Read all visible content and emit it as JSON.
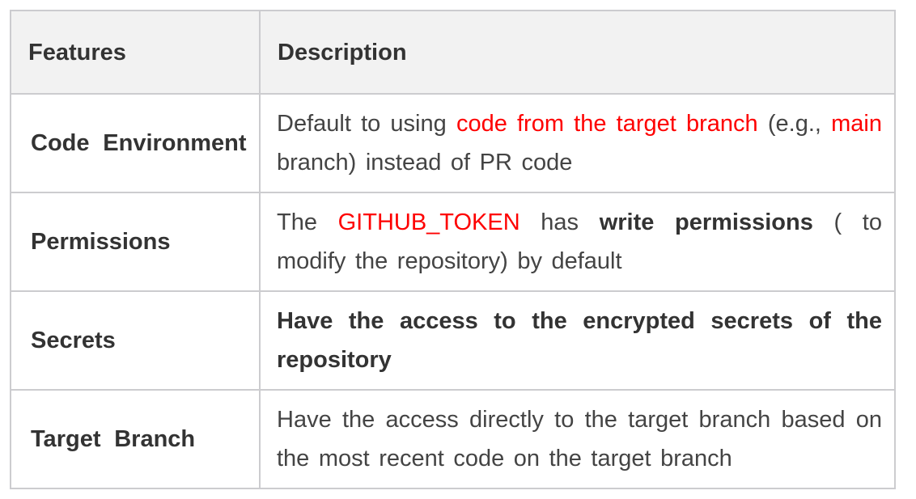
{
  "table": {
    "columns": [
      "Features",
      "Description"
    ],
    "rows": [
      {
        "feature": "Code Environment",
        "description": [
          {
            "text": "Default to using ",
            "style": "normal"
          },
          {
            "text": "code from the target branch",
            "style": "red"
          },
          {
            "text": " (e.g., ",
            "style": "normal"
          },
          {
            "text": "main",
            "style": "red"
          },
          {
            "text": " branch) instead of PR code",
            "style": "normal"
          }
        ]
      },
      {
        "feature": "Permissions",
        "description": [
          {
            "text": "The ",
            "style": "normal"
          },
          {
            "text": "GITHUB_TOKEN",
            "style": "red"
          },
          {
            "text": " has ",
            "style": "normal"
          },
          {
            "text": "write permissions",
            "style": "bold"
          },
          {
            "text": " ( to modify the repository) by default",
            "style": "normal"
          }
        ]
      },
      {
        "feature": "Secrets",
        "description": [
          {
            "text": "Have the access to the encrypted secrets of the repository",
            "style": "bold"
          }
        ]
      },
      {
        "feature": "Target Branch",
        "description": [
          {
            "text": "Have the access directly to the target branch based on the most recent code on the target branch",
            "style": "normal"
          }
        ]
      }
    ]
  },
  "colors": {
    "page_background": "#ffffff",
    "header_background": "#f2f2f2",
    "border": "#cccccf",
    "heading_text": "#333333",
    "body_text": "#444444",
    "highlight_red": "#fe0000"
  }
}
